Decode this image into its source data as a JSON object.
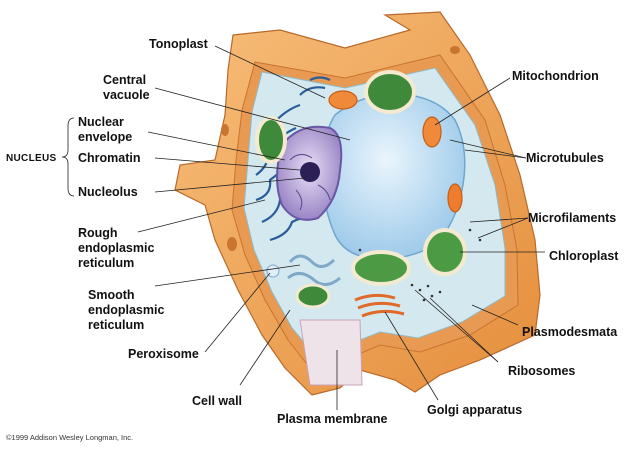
{
  "labels": {
    "tonoplast": "Tonoplast",
    "central_vacuole_1": "Central",
    "central_vacuole_2": "vacuole",
    "nuclear_envelope_1": "Nuclear",
    "nuclear_envelope_2": "envelope",
    "nucleus": "Nucleus",
    "chromatin": "Chromatin",
    "nucleolus": "Nucleolus",
    "rough_er_1": "Rough",
    "rough_er_2": "endoplasmic",
    "rough_er_3": "reticulum",
    "smooth_er_1": "Smooth",
    "smooth_er_2": "endoplasmic",
    "smooth_er_3": "reticulum",
    "peroxisome": "Peroxisome",
    "cell_wall": "Cell wall",
    "plasma_membrane": "Plasma membrane",
    "golgi": "Golgi apparatus",
    "ribosomes": "Ribosomes",
    "plasmodesmata": "Plasmodesmata",
    "chloroplast": "Chloroplast",
    "microfilaments": "Microfilaments",
    "microtubules": "Microtubules",
    "mitochondrion": "Mitochondrion"
  },
  "copyright": "©1999 Addison Wesley Longman, Inc.",
  "colors": {
    "cell_wall": "#f0a85a",
    "cell_wall_dark": "#d9843a",
    "cytoplasm": "#cfe6ee",
    "vacuole": "#bcdcf2",
    "nucleus": "#b9a7d8",
    "chloroplast": "#3f8a3a",
    "mitochondrion": "#f08a3a"
  }
}
